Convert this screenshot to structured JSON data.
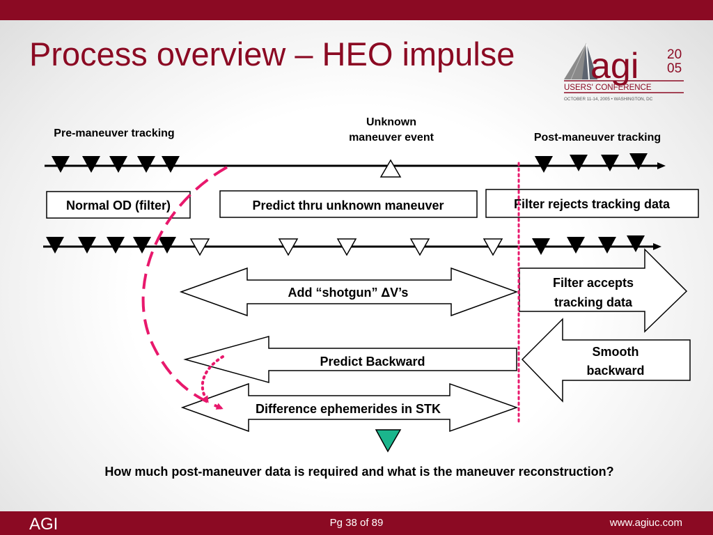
{
  "slide": {
    "title": "Process overview – HEO impulse",
    "question": "How much post-maneuver data is required and what is the maneuver reconstruction?"
  },
  "logo": {
    "word": "agi",
    "year_top": "20",
    "year_bottom": "05",
    "line1": "USERS' CONFERENCE",
    "line2": "OCTOBER 11-14, 2005 • WASHINGTON, DC"
  },
  "diagram": {
    "labels": {
      "pre_tracking": "Pre-maneuver tracking",
      "unknown_line1": "Unknown",
      "unknown_line2": "maneuver event",
      "post_tracking": "Post-maneuver tracking"
    },
    "boxes": {
      "normal_od": "Normal OD (filter)",
      "predict_thru": "Predict thru unknown maneuver",
      "filter_rejects": "Filter rejects tracking data"
    },
    "arrows": {
      "add_shotgun_prefix": "Add “shotgun” ",
      "add_shotgun_delta": "∆",
      "add_shotgun_suffix": "V’s",
      "filter_accepts_line1": "Filter accepts",
      "filter_accepts_line2": "tracking data",
      "smooth_line1": "Smooth",
      "smooth_line2": "backward",
      "predict_backward": "Predict Backward",
      "difference": "Difference ephemerides in STK"
    },
    "colors": {
      "magenta": "#e8186c",
      "teal": "#1bb58c",
      "maroon": "#8b0a23"
    }
  },
  "footer": {
    "left": "AGI",
    "center": "Pg 38 of 89",
    "right": "www.agiuc.com"
  }
}
